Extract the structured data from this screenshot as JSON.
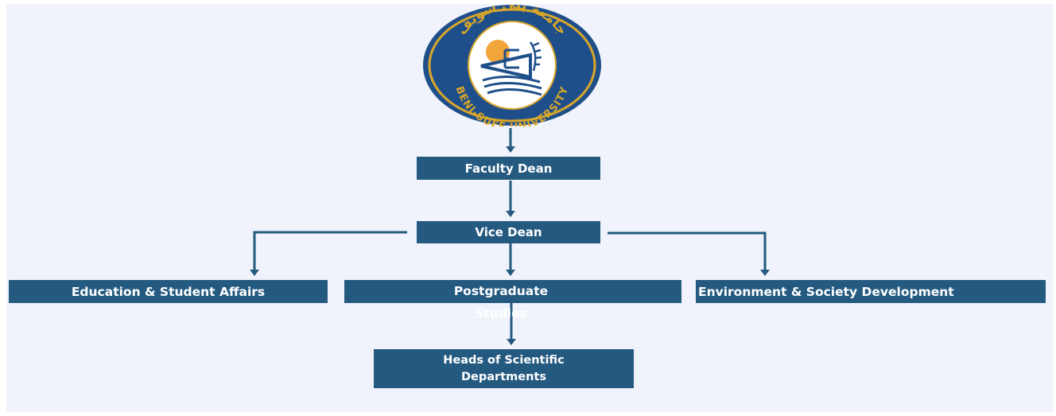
{
  "logo": {
    "arabic_text": "جامعة بنى سويف",
    "english_text": "BENI-SUEF UNIVERSITY",
    "colors": {
      "ring": "#1f4f8a",
      "gold": "#d9a62a",
      "inner": "#ffffff",
      "sun": "#f2a63a"
    }
  },
  "nodes": {
    "faculty_dean": "Faculty Dean",
    "vice_dean": "Vice Dean",
    "education": "Education & Student Affairs",
    "postgraduate": "Postgraduate Studies",
    "environment": "Environment & Society Development",
    "heads": "Heads of Scientific Departments"
  },
  "colors": {
    "box": "#255a80",
    "line": "#255a80",
    "background": "#f0f3fc"
  }
}
